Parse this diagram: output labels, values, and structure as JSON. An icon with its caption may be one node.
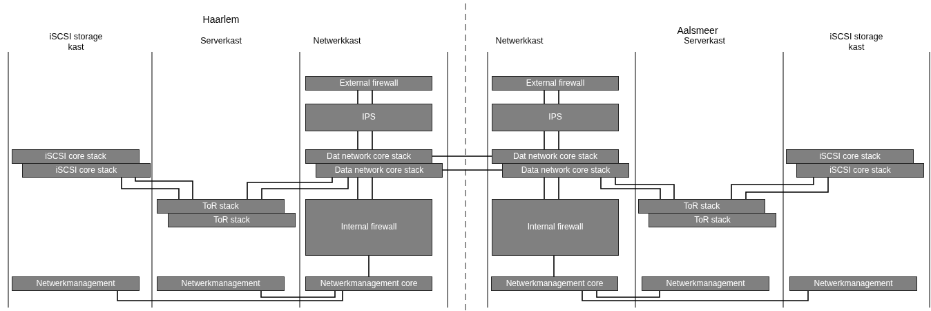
{
  "diagram": {
    "nodes": [
      {
        "text": [
          "External firewall"
        ]
      },
      {
        "text": [
          "IPS"
        ]
      },
      {
        "text": [
          "Dat network core stack"
        ]
      },
      {
        "text": [
          "Data network core stack"
        ]
      },
      {
        "text": [
          "External firewall"
        ]
      },
      {
        "text": [
          "IPS"
        ]
      },
      {
        "text": [
          "Dat network core stack"
        ]
      },
      {
        "text": [
          "Data network core stack"
        ]
      },
      {
        "text": [
          "iSCSI core stack"
        ]
      },
      {
        "text": [
          "iSCSI core stack"
        ]
      },
      {
        "text": [
          "iSCSI core stack"
        ]
      },
      {
        "text": [
          "iSCSI core stack"
        ]
      },
      {
        "text": [
          "ToR stack"
        ]
      },
      {
        "text": [
          "ToR stack"
        ]
      },
      {
        "text": [
          "Internal firewall"
        ]
      },
      {
        "text": [
          "Internal firewall"
        ]
      },
      {
        "text": [
          "ToR stack"
        ]
      },
      {
        "text": [
          "ToR stack"
        ]
      },
      {
        "text": [
          "Netwerkmanagement"
        ]
      },
      {
        "text": [
          "Netwerkmanagement"
        ]
      },
      {
        "text": [
          "Netwerkmanagement core"
        ]
      },
      {
        "text": [
          "Netwerkmanagement core"
        ]
      },
      {
        "text": [
          "Netwerkmanagement"
        ]
      },
      {
        "text": [
          "Netwerkmanagement"
        ]
      }
    ],
    "edges": [
      {
        "from": 0,
        "to": 1,
        "arrow": "none"
      },
      {
        "from": 0,
        "to": 1,
        "arrow": "none"
      },
      {
        "from": 1,
        "to": 2,
        "arrow": "none"
      },
      {
        "from": 1,
        "to": 2,
        "arrow": "none"
      },
      {
        "from": 3,
        "to": 14,
        "arrow": "none"
      },
      {
        "from": 3,
        "to": 14,
        "arrow": "none"
      },
      {
        "from": 4,
        "to": 5,
        "arrow": "none"
      },
      {
        "from": 4,
        "to": 5,
        "arrow": "none"
      },
      {
        "from": 5,
        "to": 6,
        "arrow": "none"
      },
      {
        "from": 5,
        "to": 6,
        "arrow": "none"
      },
      {
        "from": 7,
        "to": 15,
        "arrow": "none"
      },
      {
        "from": 7,
        "to": 15,
        "arrow": "none"
      },
      {
        "from": 2,
        "to": 6,
        "arrow": "none"
      },
      {
        "from": 3,
        "to": 7,
        "arrow": "none"
      },
      {
        "from": 9,
        "to": 12,
        "arrow": "none"
      },
      {
        "from": 9,
        "to": 12,
        "arrow": "none"
      },
      {
        "from": 3,
        "to": 12,
        "arrow": "none"
      },
      {
        "from": 3,
        "to": 12,
        "arrow": "none"
      },
      {
        "from": 14,
        "to": 20,
        "arrow": "none"
      },
      {
        "from": 18,
        "to": 20,
        "arrow": "none"
      },
      {
        "from": 19,
        "to": 20,
        "arrow": "none"
      },
      {
        "from": 7,
        "to": 16,
        "arrow": "none"
      },
      {
        "from": 7,
        "to": 16,
        "arrow": "none"
      },
      {
        "from": 16,
        "to": 11,
        "arrow": "none"
      },
      {
        "from": 16,
        "to": 11,
        "arrow": "none"
      },
      {
        "from": 15,
        "to": 21,
        "arrow": "none"
      },
      {
        "from": 21,
        "to": 23,
        "arrow": "none"
      },
      {
        "from": 21,
        "to": 22,
        "arrow": "none"
      }
    ],
    "labels": [
      "Haarlem",
      "Aalsmeer",
      "iSCSI storage kast",
      "Serverkast",
      "Netwerkkast",
      "Netwerkkast",
      "Serverkast",
      "iSCSI storage kast"
    ]
  }
}
